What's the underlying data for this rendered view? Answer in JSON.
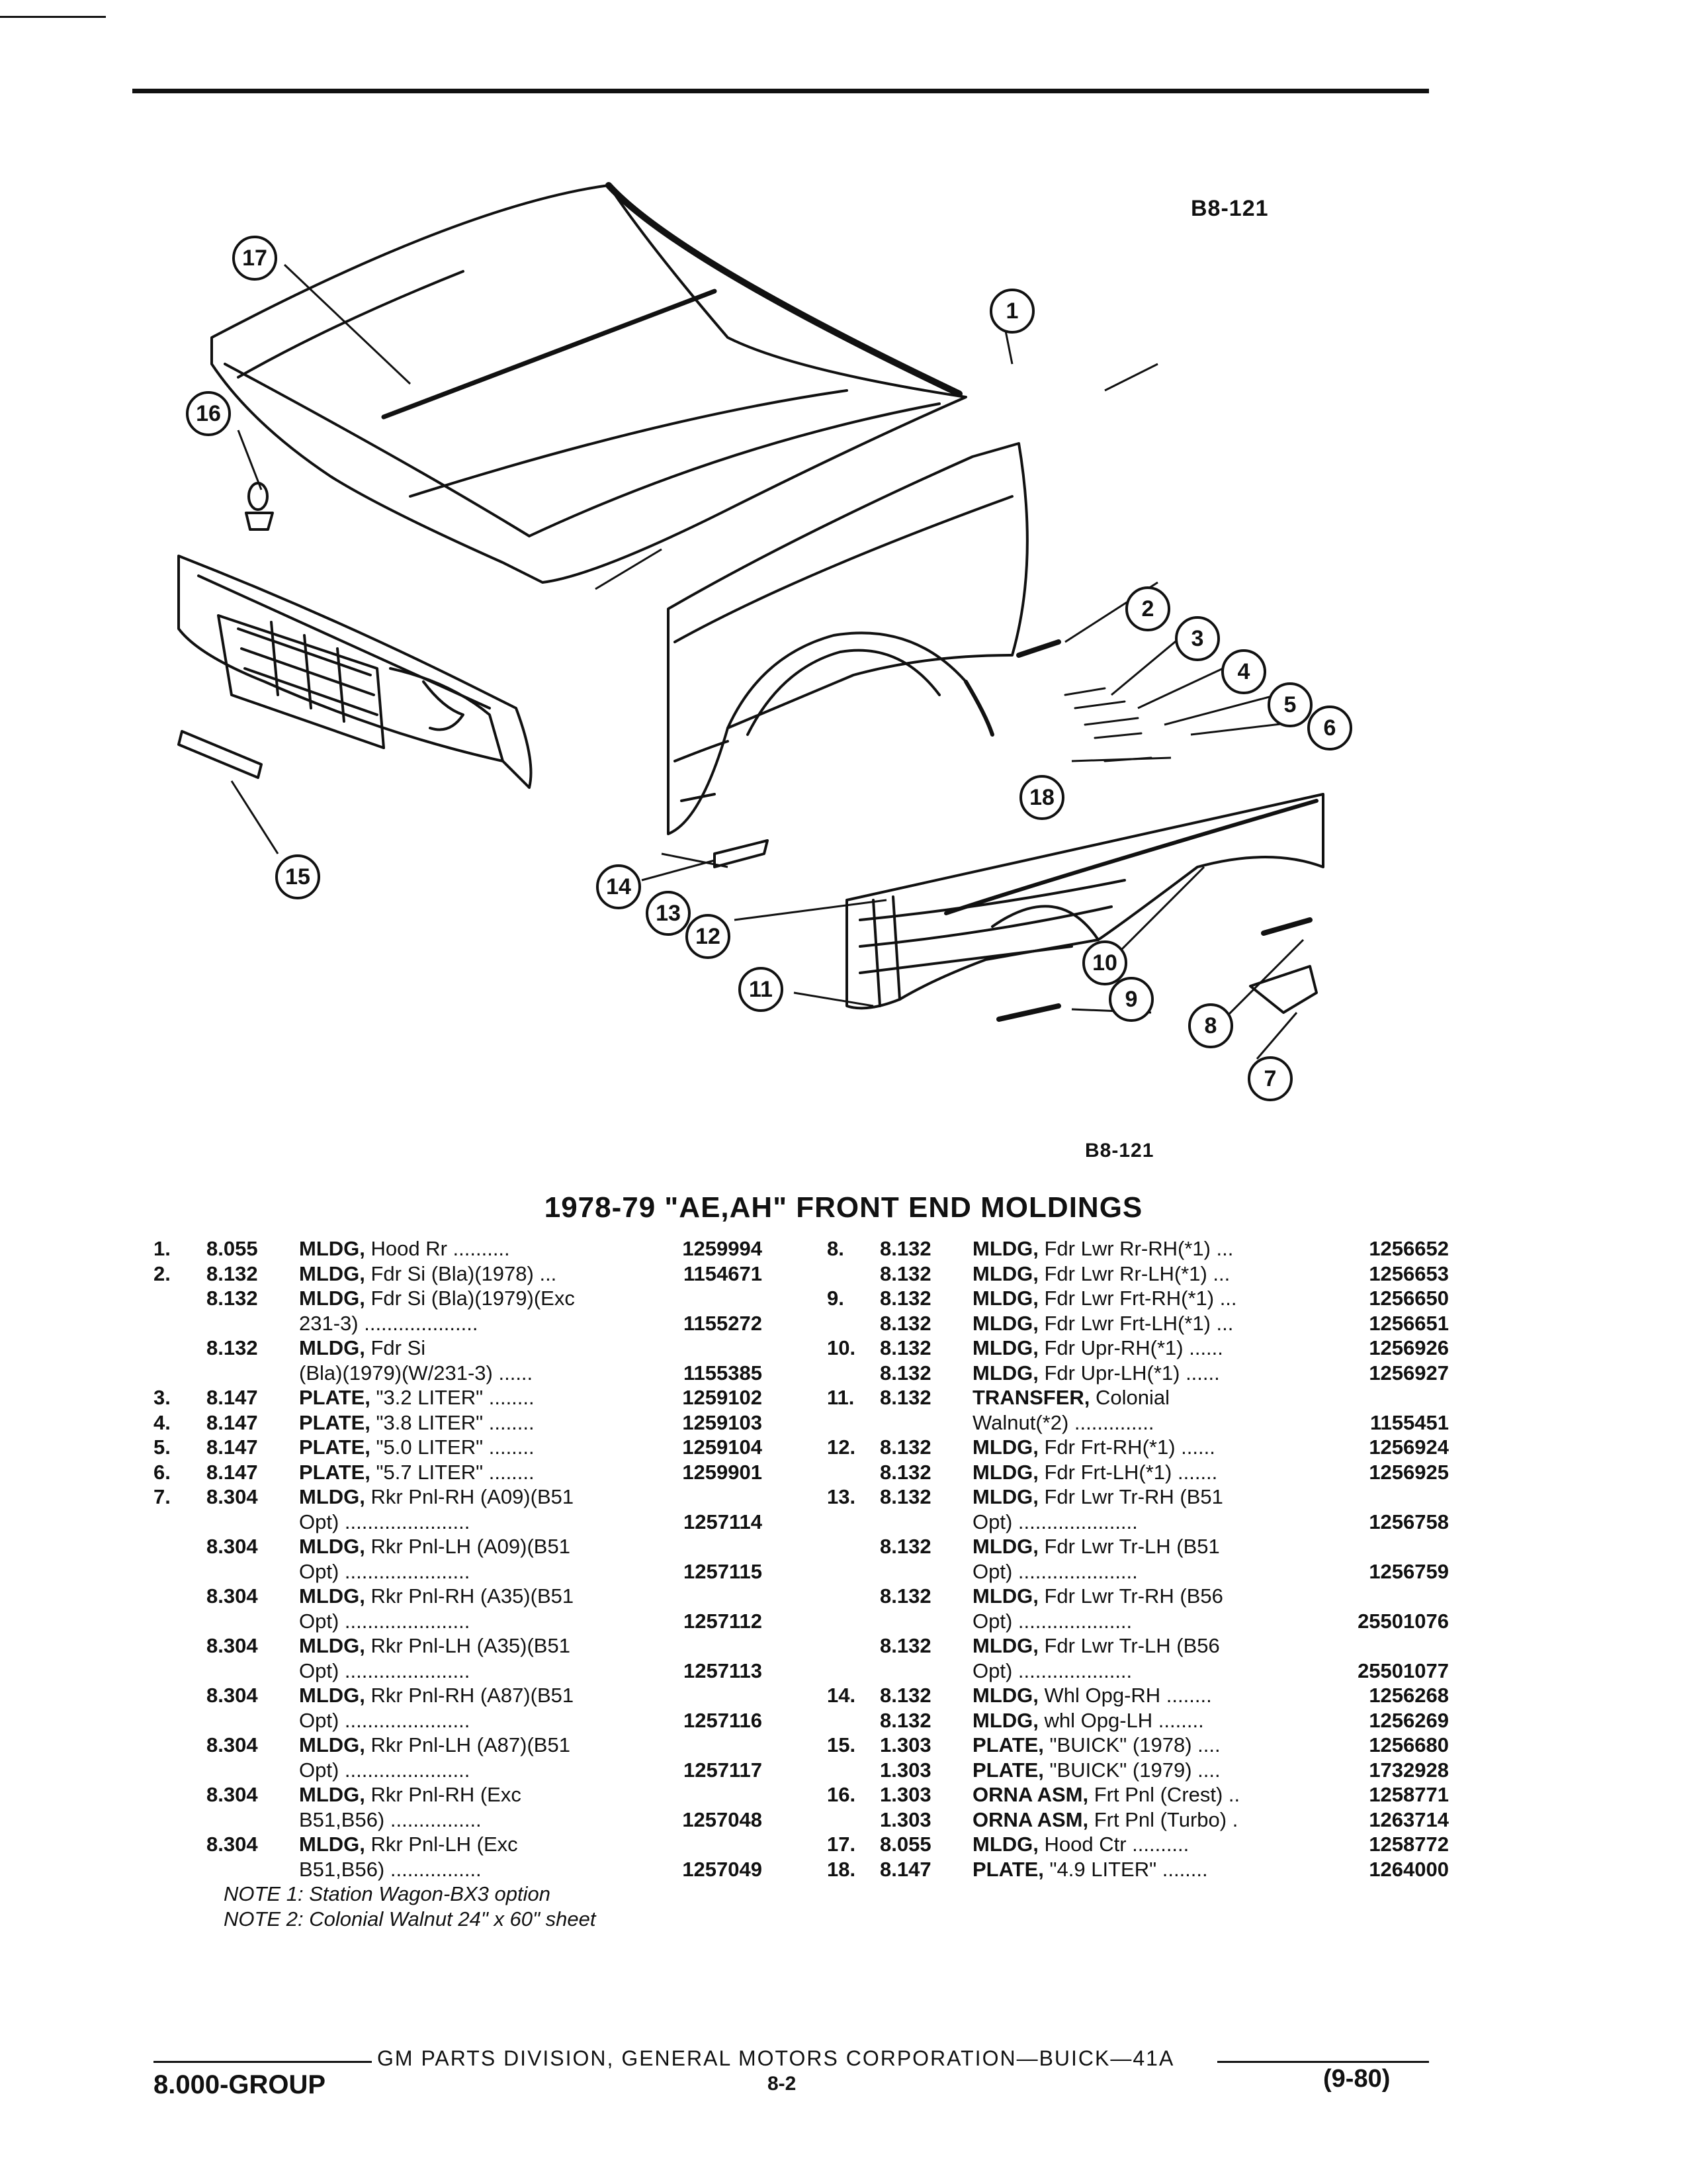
{
  "figure_code": "B8-121",
  "figure_code_bottom": "B8-121",
  "section_title": "1978-79 \"AE,AH\" FRONT END MOLDINGS",
  "callouts": [
    "1",
    "2",
    "3",
    "4",
    "5",
    "6",
    "7",
    "8",
    "9",
    "10",
    "11",
    "12",
    "13",
    "14",
    "15",
    "16",
    "17",
    "18"
  ],
  "parts_left": [
    {
      "ref": "1.",
      "grp": "8.055",
      "name": "MLDG,",
      "desc": " Hood Rr ..........",
      "num": "1259994"
    },
    {
      "ref": "2.",
      "grp": "8.132",
      "name": "MLDG,",
      "desc": " Fdr Si (Bla)(1978) ...",
      "num": "1154671"
    },
    {
      "ref": "",
      "grp": "8.132",
      "name": "MLDG,",
      "desc": " Fdr Si (Bla)(1979)(Exc",
      "num": ""
    },
    {
      "ref": "",
      "grp": "",
      "name": "",
      "desc": "231-3) ....................",
      "num": "1155272"
    },
    {
      "ref": "",
      "grp": "8.132",
      "name": "MLDG,",
      "desc": " Fdr Si",
      "num": ""
    },
    {
      "ref": "",
      "grp": "",
      "name": "",
      "desc": "(Bla)(1979)(W/231-3) ......",
      "num": "1155385"
    },
    {
      "ref": "3.",
      "grp": "8.147",
      "name": "PLATE,",
      "desc": " \"3.2 LITER\" ........",
      "num": "1259102"
    },
    {
      "ref": "4.",
      "grp": "8.147",
      "name": "PLATE,",
      "desc": " \"3.8 LITER\" ........",
      "num": "1259103"
    },
    {
      "ref": "5.",
      "grp": "8.147",
      "name": "PLATE,",
      "desc": " \"5.0 LITER\" ........",
      "num": "1259104"
    },
    {
      "ref": "6.",
      "grp": "8.147",
      "name": "PLATE,",
      "desc": " \"5.7 LITER\" ........",
      "num": "1259901"
    },
    {
      "ref": "7.",
      "grp": "8.304",
      "name": "MLDG,",
      "desc": " Rkr Pnl-RH (A09)(B51",
      "num": ""
    },
    {
      "ref": "",
      "grp": "",
      "name": "",
      "desc": "Opt) ......................",
      "num": "1257114"
    },
    {
      "ref": "",
      "grp": "8.304",
      "name": "MLDG,",
      "desc": " Rkr Pnl-LH (A09)(B51",
      "num": ""
    },
    {
      "ref": "",
      "grp": "",
      "name": "",
      "desc": "Opt) ......................",
      "num": "1257115"
    },
    {
      "ref": "",
      "grp": "8.304",
      "name": "MLDG,",
      "desc": " Rkr Pnl-RH (A35)(B51",
      "num": ""
    },
    {
      "ref": "",
      "grp": "",
      "name": "",
      "desc": "Opt) ......................",
      "num": "1257112"
    },
    {
      "ref": "",
      "grp": "8.304",
      "name": "MLDG,",
      "desc": " Rkr Pnl-LH (A35)(B51",
      "num": ""
    },
    {
      "ref": "",
      "grp": "",
      "name": "",
      "desc": "Opt) ......................",
      "num": "1257113"
    },
    {
      "ref": "",
      "grp": "8.304",
      "name": "MLDG,",
      "desc": " Rkr Pnl-RH (A87)(B51",
      "num": ""
    },
    {
      "ref": "",
      "grp": "",
      "name": "",
      "desc": "Opt) ......................",
      "num": "1257116"
    },
    {
      "ref": "",
      "grp": "8.304",
      "name": "MLDG,",
      "desc": " Rkr Pnl-LH (A87)(B51",
      "num": ""
    },
    {
      "ref": "",
      "grp": "",
      "name": "",
      "desc": "Opt) ......................",
      "num": "1257117"
    },
    {
      "ref": "",
      "grp": "8.304",
      "name": "MLDG,",
      "desc": " Rkr Pnl-RH (Exc",
      "num": ""
    },
    {
      "ref": "",
      "grp": "",
      "name": "",
      "desc": "B51,B56) ................",
      "num": "1257048"
    },
    {
      "ref": "",
      "grp": "8.304",
      "name": "MLDG,",
      "desc": " Rkr Pnl-LH (Exc",
      "num": ""
    },
    {
      "ref": "",
      "grp": "",
      "name": "",
      "desc": "B51,B56) ................",
      "num": "1257049"
    }
  ],
  "notes": [
    "NOTE 1: Station Wagon-BX3 option",
    "NOTE 2: Colonial Walnut 24\" x 60\" sheet"
  ],
  "parts_right": [
    {
      "ref": "8.",
      "grp": "8.132",
      "name": "MLDG,",
      "desc": " Fdr Lwr Rr-RH(*1) ...",
      "num": "1256652"
    },
    {
      "ref": "",
      "grp": "8.132",
      "name": "MLDG,",
      "desc": " Fdr Lwr Rr-LH(*1) ...",
      "num": "1256653"
    },
    {
      "ref": "9.",
      "grp": "8.132",
      "name": "MLDG,",
      "desc": " Fdr Lwr Frt-RH(*1) ...",
      "num": "1256650"
    },
    {
      "ref": "",
      "grp": "8.132",
      "name": "MLDG,",
      "desc": " Fdr Lwr Frt-LH(*1) ...",
      "num": "1256651"
    },
    {
      "ref": "10.",
      "grp": "8.132",
      "name": "MLDG,",
      "desc": " Fdr Upr-RH(*1) ......",
      "num": "1256926"
    },
    {
      "ref": "",
      "grp": "8.132",
      "name": "MLDG,",
      "desc": " Fdr Upr-LH(*1) ......",
      "num": "1256927"
    },
    {
      "ref": "11.",
      "grp": "8.132",
      "name": "TRANSFER,",
      "desc": " Colonial",
      "num": ""
    },
    {
      "ref": "",
      "grp": "",
      "name": "",
      "desc": "Walnut(*2) ..............",
      "num": "1155451"
    },
    {
      "ref": "12.",
      "grp": "8.132",
      "name": "MLDG,",
      "desc": " Fdr Frt-RH(*1) ......",
      "num": "1256924"
    },
    {
      "ref": "",
      "grp": "8.132",
      "name": "MLDG,",
      "desc": " Fdr Frt-LH(*1) .......",
      "num": "1256925"
    },
    {
      "ref": "13.",
      "grp": "8.132",
      "name": "MLDG,",
      "desc": " Fdr Lwr Tr-RH (B51",
      "num": ""
    },
    {
      "ref": "",
      "grp": "",
      "name": "",
      "desc": "Opt) .....................",
      "num": "1256758"
    },
    {
      "ref": "",
      "grp": "8.132",
      "name": "MLDG,",
      "desc": " Fdr Lwr Tr-LH (B51",
      "num": ""
    },
    {
      "ref": "",
      "grp": "",
      "name": "",
      "desc": "Opt) .....................",
      "num": "1256759"
    },
    {
      "ref": "",
      "grp": "8.132",
      "name": "MLDG,",
      "desc": " Fdr Lwr Tr-RH (B56",
      "num": ""
    },
    {
      "ref": "",
      "grp": "",
      "name": "",
      "desc": "Opt) ....................",
      "num": "25501076"
    },
    {
      "ref": "",
      "grp": "8.132",
      "name": "MLDG,",
      "desc": " Fdr Lwr Tr-LH (B56",
      "num": ""
    },
    {
      "ref": "",
      "grp": "",
      "name": "",
      "desc": "Opt) ....................",
      "num": "25501077"
    },
    {
      "ref": "14.",
      "grp": "8.132",
      "name": "MLDG,",
      "desc": " Whl Opg-RH ........",
      "num": "1256268"
    },
    {
      "ref": "",
      "grp": "8.132",
      "name": "MLDG,",
      "desc": " whl Opg-LH ........",
      "num": "1256269"
    },
    {
      "ref": "15.",
      "grp": "1.303",
      "name": "PLATE,",
      "desc": " \"BUICK\" (1978) ....",
      "num": "1256680"
    },
    {
      "ref": "",
      "grp": "1.303",
      "name": "PLATE,",
      "desc": " \"BUICK\" (1979) ....",
      "num": "1732928"
    },
    {
      "ref": "16.",
      "grp": "1.303",
      "name": "ORNA ASM,",
      "desc": " Frt Pnl (Crest) ..",
      "num": "1258771"
    },
    {
      "ref": "",
      "grp": "1.303",
      "name": "ORNA ASM,",
      "desc": " Frt Pnl (Turbo) .",
      "num": "1263714"
    },
    {
      "ref": "17.",
      "grp": "8.055",
      "name": "MLDG,",
      "desc": " Hood Ctr ..........",
      "num": "1258772"
    },
    {
      "ref": "18.",
      "grp": "8.147",
      "name": "PLATE,",
      "desc": " \"4.9 LITER\" ........",
      "num": "1264000"
    }
  ],
  "footer": {
    "center": "GM PARTS DIVISION, GENERAL MOTORS CORPORATION—BUICK—41A",
    "group": "8.000-GROUP",
    "page": "8-2",
    "date": "(9-80)"
  }
}
